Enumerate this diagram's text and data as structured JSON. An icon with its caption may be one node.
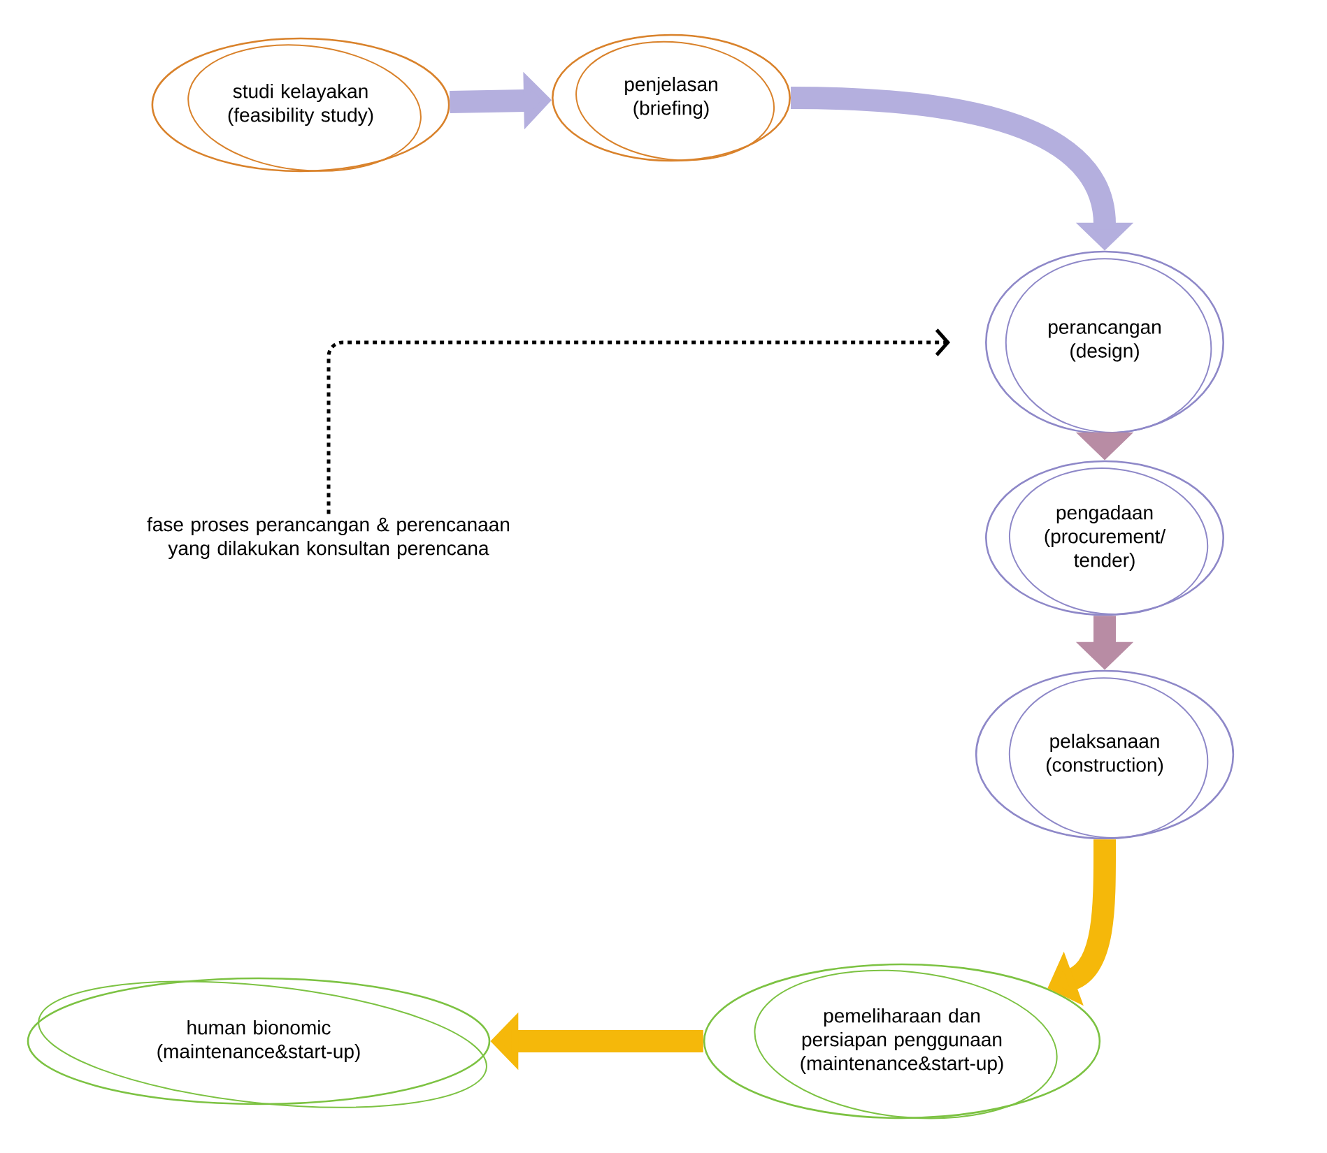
{
  "diagram": {
    "nodes": [
      {
        "text": [
          "studi kelayakan",
          "(feasibility study)"
        ]
      },
      {
        "text": [
          "penjelasan",
          "(briefing)"
        ]
      },
      {
        "text": [
          "perancangan",
          "(design)"
        ]
      },
      {
        "text": [
          "pengadaan",
          "(procurement/ tender)"
        ]
      },
      {
        "text": [
          "pelaksanaan",
          "(construction)"
        ]
      },
      {
        "text": [
          "pemeliharaan dan persiapan penggunaan",
          "(maintenance&start-up)"
        ]
      },
      {
        "text": [
          "human bionomic",
          "(maintenance&start-up)"
        ]
      },
      {
        "text": [
          "fase proses perancangan & perencanaan yang dilakukan konsultan perencana"
        ]
      }
    ],
    "edges": [
      {
        "from": 0,
        "to": 1,
        "arrow": "to",
        "color": "#b4afde"
      },
      {
        "from": 1,
        "to": 2,
        "arrow": "to",
        "color": "#b4afde"
      },
      {
        "from": 2,
        "to": 3,
        "arrow": "to",
        "color": "#b88ca4"
      },
      {
        "from": 3,
        "to": 4,
        "arrow": "to",
        "color": "#b88ca4"
      },
      {
        "from": 4,
        "to": 5,
        "arrow": "to",
        "color": "#f5b80a"
      },
      {
        "from": 5,
        "to": 6,
        "arrow": "to",
        "color": "#f5b80a"
      },
      {
        "from": 7,
        "to": 2,
        "arrow": "to",
        "style": "dashed",
        "color": "#000000"
      }
    ]
  }
}
